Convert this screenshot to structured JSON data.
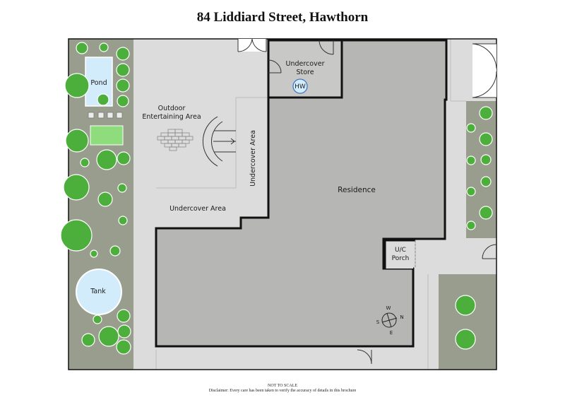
{
  "title": "84 Liddiard Street, Hawthorn",
  "rooms": {
    "pond": "Pond",
    "tank": "Tank",
    "outdoor_line1": "Outdoor",
    "outdoor_line2": "Entertaining Area",
    "undercover_store_line1": "Undercover",
    "undercover_store_line2": "Store",
    "hot_water": "HW",
    "undercover_area_vertical": "Undercover Area",
    "undercover_area": "Undercover Area",
    "residence": "Residence",
    "porch_line1": "U/C",
    "porch_line2": "Porch"
  },
  "compass": {
    "n": "N",
    "s": "S",
    "e": "E",
    "w": "W"
  },
  "footer": {
    "scale_note": "NOT TO SCALE",
    "disclaimer": "Disclaimer: Every care has been taken to verify the accuracy of details in this brochure"
  },
  "colors": {
    "garden": "#999d8e",
    "paving": "#dcdcdc",
    "residence": "#b6b6b4",
    "store": "#c8c8c6",
    "tree": "#4caf3c",
    "water": "#d3ecfb",
    "lawn": "#8edc7c",
    "wall": "#111111"
  }
}
